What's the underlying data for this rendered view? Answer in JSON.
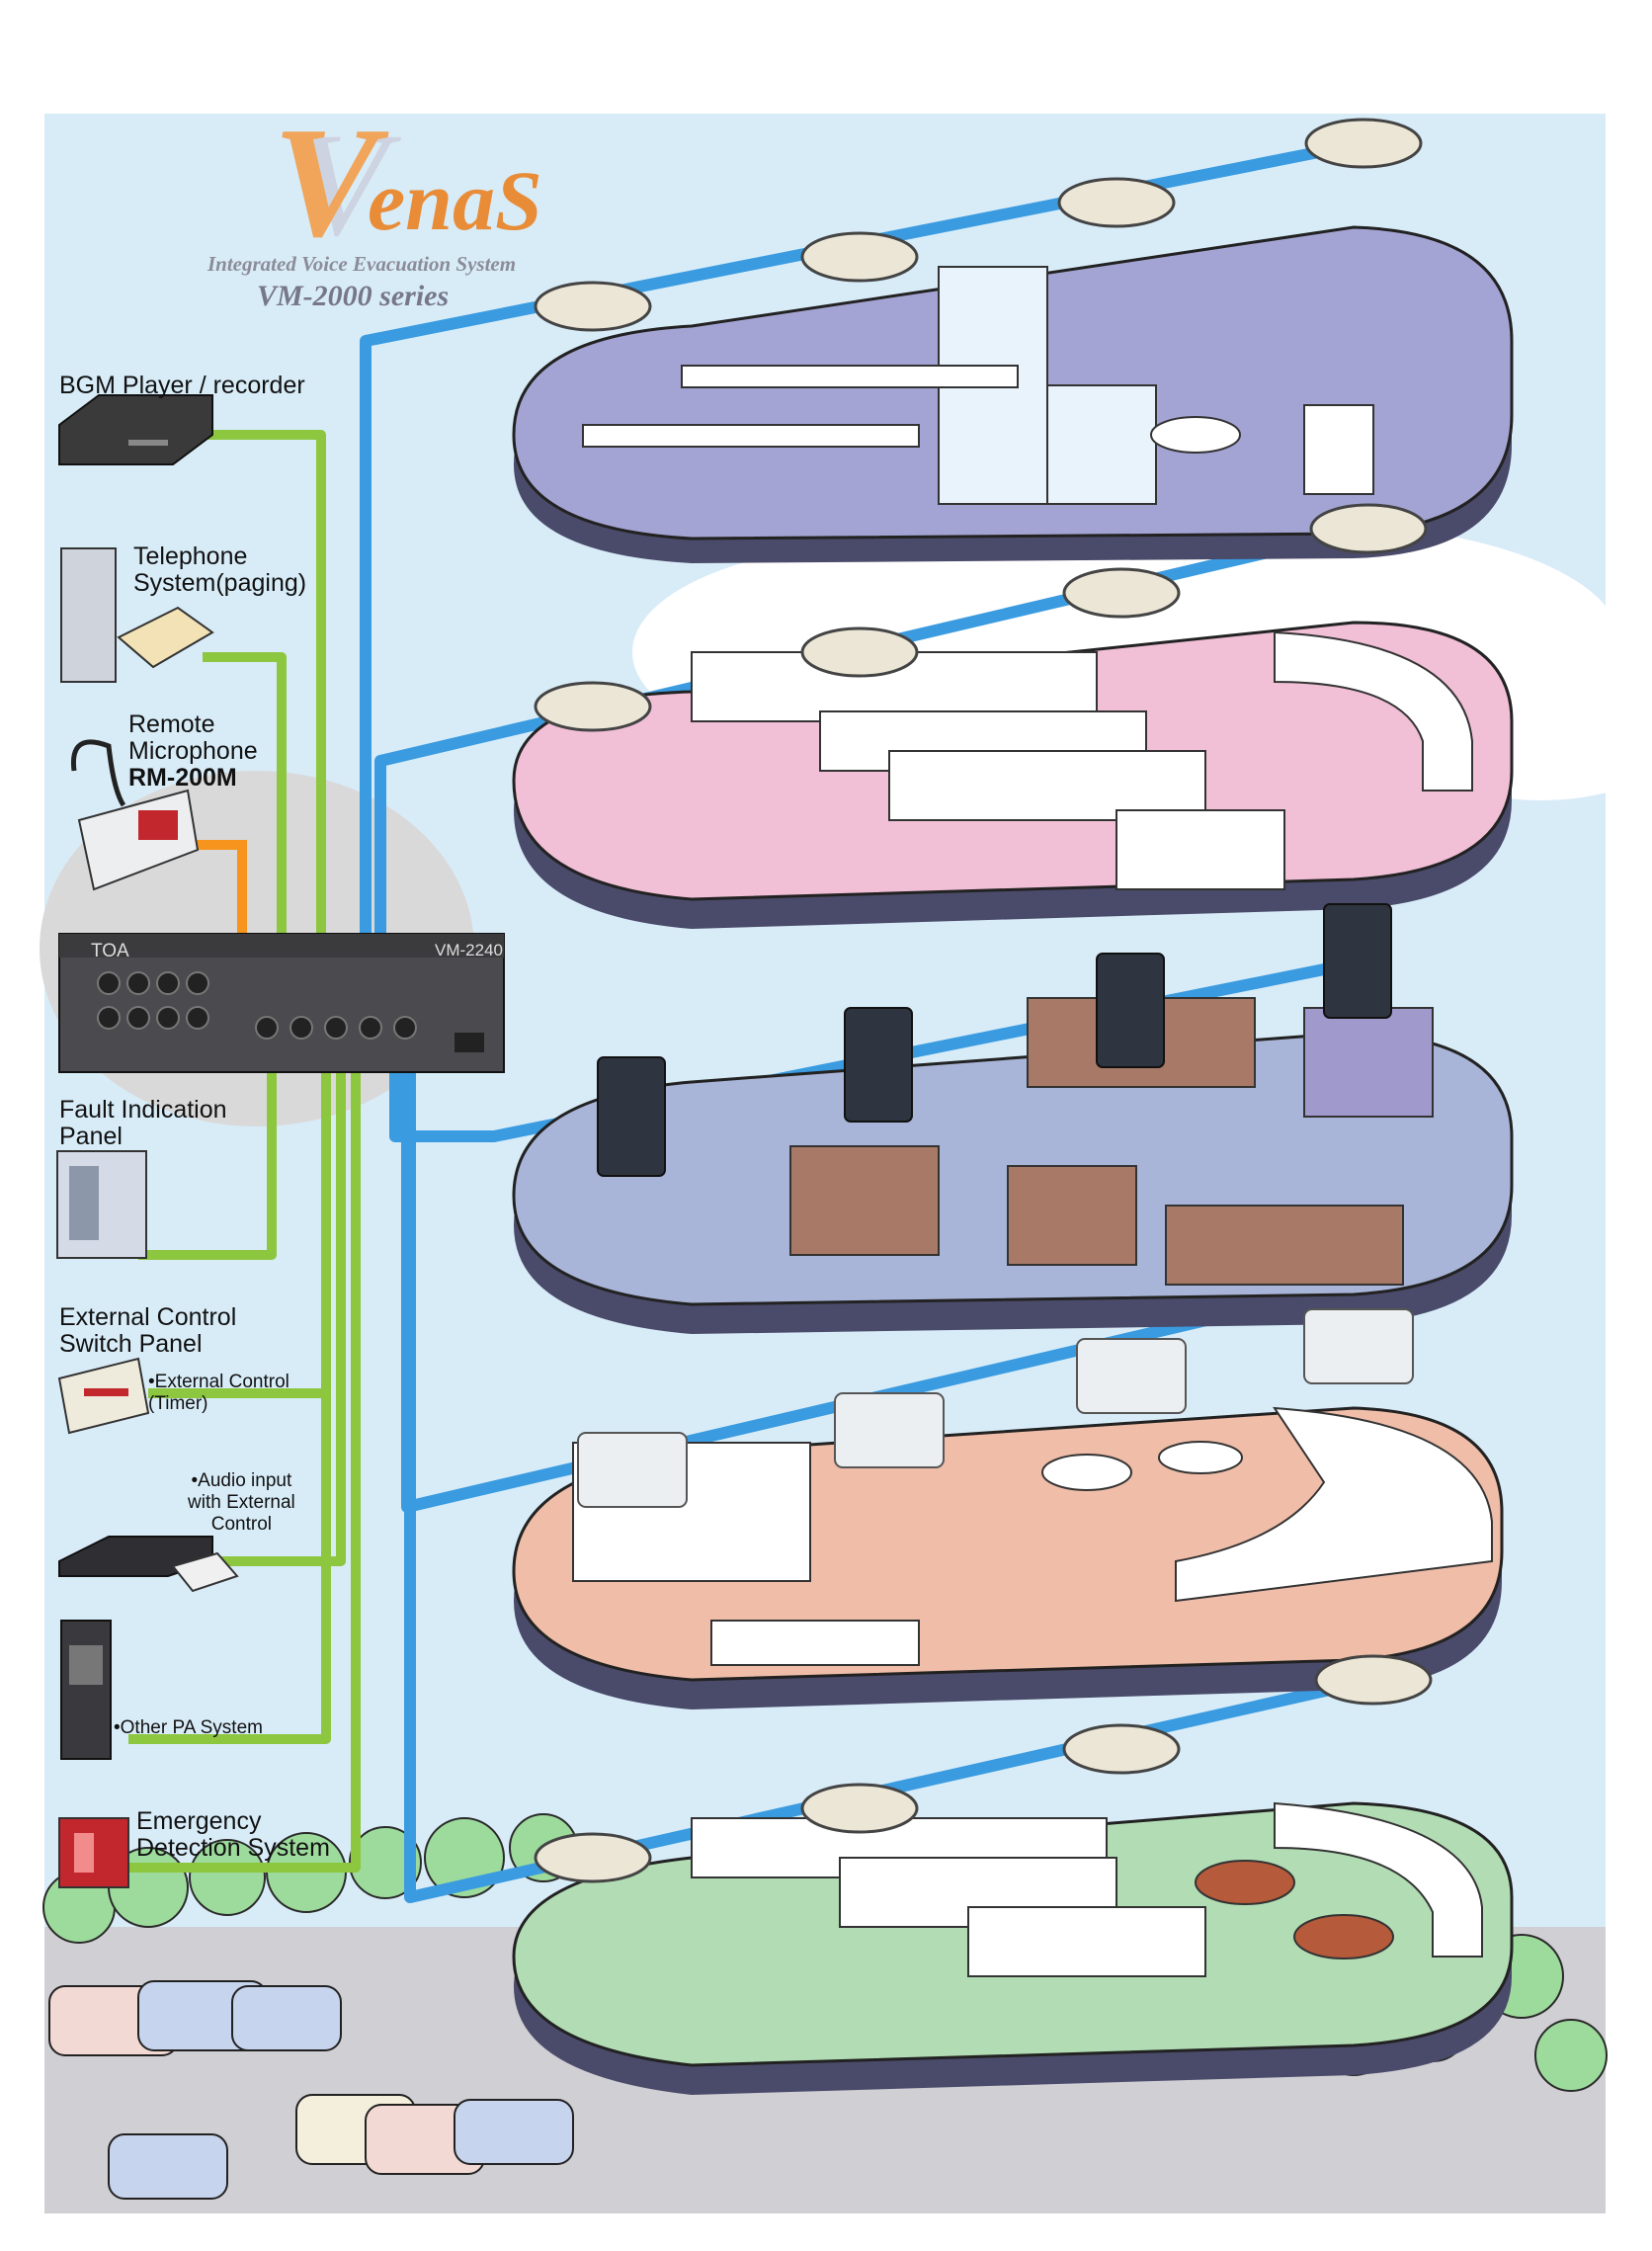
{
  "logo": {
    "letter": "V",
    "word": "enaS",
    "tagline": "Integrated Voice Evacuation System",
    "series": "VM-2000 series"
  },
  "amplifier": {
    "brand": "TOA",
    "model": "VM-2240"
  },
  "devices": {
    "bgm": {
      "text": "BGM Player / recorder"
    },
    "telephone": {
      "text": "Telephone\nSystem(paging)"
    },
    "remote_mic": {
      "text": "Remote\nMicrophone",
      "model": "RM-200M"
    },
    "fault_panel": {
      "text": "Fault Indication\nPanel"
    },
    "ext_switch": {
      "text": "External Control\nSwitch Panel"
    },
    "ext_timer": {
      "text": "•External Control\n(Timer)"
    },
    "audio_input": {
      "text": "•Audio input\nwith External\nControl"
    },
    "other_pa": {
      "text": "•Other PA System"
    },
    "emergency": {
      "text": "Emergency\nDetection System"
    }
  },
  "colors": {
    "input_line": "#8dc63f",
    "mic_line": "#f7941d",
    "speaker_line": "#3a9be0",
    "floor_office": "#a4a4d4",
    "floor_store": "#f1bfd6",
    "floor_fashion": "#a9b5d8",
    "floor_mall": "#efbda8",
    "floor_market": "#b2dcb4",
    "sky": "#d6ebf7"
  }
}
